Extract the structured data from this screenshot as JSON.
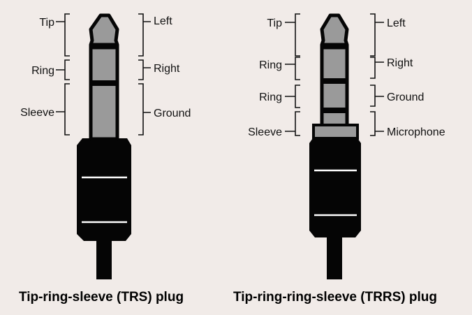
{
  "colors": {
    "background": "#f1ebe8",
    "metal": "#9a9a9a",
    "body": "#050505",
    "stripe": "#ffffff"
  },
  "trs": {
    "caption": "Tip-ring-sleeve (TRS) plug",
    "left": [
      "Tip",
      "Ring",
      "Sleeve"
    ],
    "right": [
      "Left",
      "Right",
      "Ground"
    ]
  },
  "trrs": {
    "caption": "Tip-ring-ring-sleeve (TRRS) plug",
    "left": [
      "Tip",
      "Ring",
      "Ring",
      "Sleeve"
    ],
    "right": [
      "Left",
      "Right",
      "Ground",
      "Microphone"
    ]
  }
}
